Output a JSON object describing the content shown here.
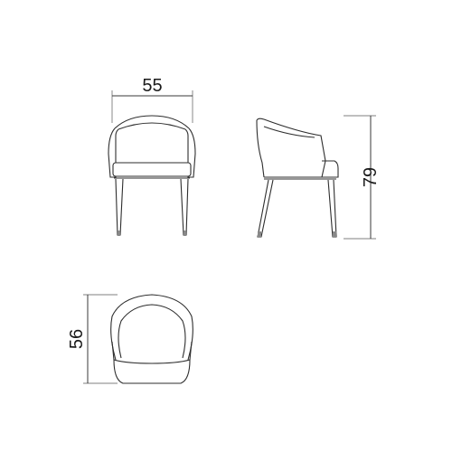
{
  "dimensions": {
    "width": "55",
    "height": "79",
    "depth": "56"
  },
  "colors": {
    "line": "#2e2e2e",
    "text": "#1a1a1a",
    "background": "#ffffff"
  }
}
